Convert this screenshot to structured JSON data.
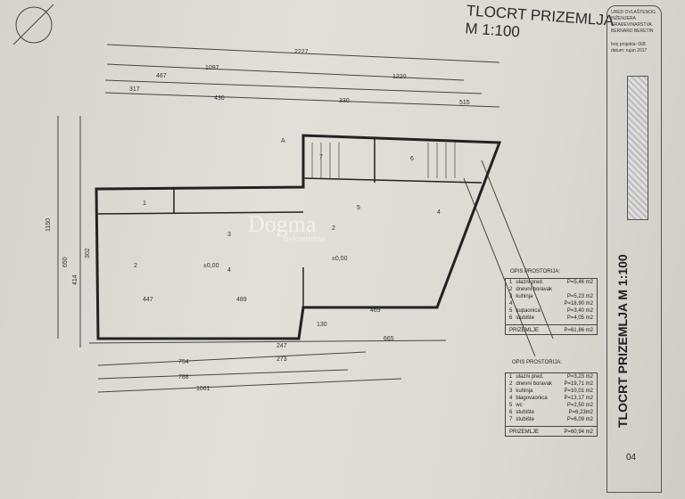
{
  "drawing": {
    "title_line1": "TLOCRT PRIZEMLJA",
    "title_line2": "M 1:100",
    "vertical_title": "TLOCRT PRIZEMLJA  M 1:100",
    "sheet_number": "04",
    "office": "URED OVLAŠTENOG INŽENJERA GRAĐEVINARSTVA BERNARD BERETIN",
    "project_info": "broj projekta: 068  datum: rujan 2017",
    "watermark": "Dogma",
    "watermark_sub": "nekretnine"
  },
  "table_a": {
    "heading": "OPIS PROSTORIJA:",
    "rows": [
      {
        "n": "1",
        "name": "ulazni pred.",
        "area": "P=5,46 m2"
      },
      {
        "n": "2",
        "name": "dnevni boravak",
        "area": ""
      },
      {
        "n": "3",
        "name": "kuhinja",
        "area": "P=5,23 m2"
      },
      {
        "n": "4",
        "name": "",
        "area": "P=18,90 m2"
      },
      {
        "n": "5",
        "name": "kupaonica",
        "area": "P=3,40 m2"
      },
      {
        "n": "6",
        "name": "stubište",
        "area": "P=4,05 m2"
      }
    ],
    "total_label": "PRIZEMLJE",
    "total_area": "P=61,86 m2"
  },
  "table_b": {
    "heading": "OPIS PROSTORIJA:",
    "rows": [
      {
        "n": "1",
        "name": "ulazni pred.",
        "area": "P=3,23 m2"
      },
      {
        "n": "2",
        "name": "dnevni boravak",
        "area": "P=19,71 m2"
      },
      {
        "n": "3",
        "name": "kuhinja",
        "area": "P=10,01 m2"
      },
      {
        "n": "4",
        "name": "blagovaonica",
        "area": "P=13,17 m2"
      },
      {
        "n": "5",
        "name": "wc",
        "area": "P=2,50 m2"
      },
      {
        "n": "6",
        "name": "stubište",
        "area": "P=6,23m2"
      },
      {
        "n": "7",
        "name": "stubište",
        "area": "P=6,09 m2"
      }
    ],
    "total_label": "PRIZEMLJE",
    "total_area": "P=60,94 m2"
  },
  "dimensions": {
    "top": [
      "2227",
      "1097",
      "1220",
      "467",
      "317",
      "430",
      "515",
      "330"
    ],
    "bottom": [
      "447",
      "489",
      "469",
      "130",
      "665",
      "754",
      "247",
      "273",
      "788",
      "1061"
    ],
    "left": [
      "1150",
      "650",
      "414",
      "302"
    ],
    "levels": [
      "±0,00",
      "±0,00"
    ],
    "section_mark": "A"
  }
}
